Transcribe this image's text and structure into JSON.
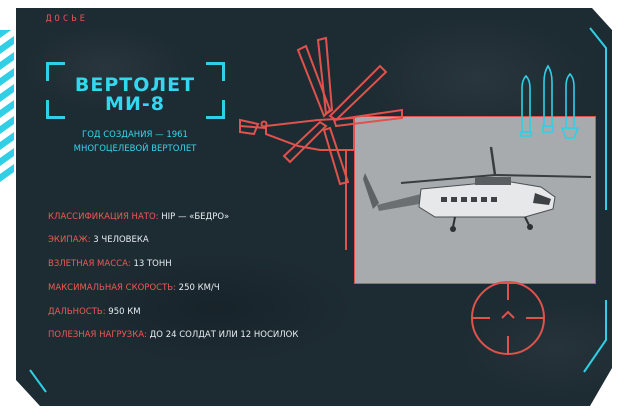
{
  "dossier": {
    "label": "ДОСЬЕ"
  },
  "header": {
    "title_line1": "ВЕРТОЛЕТ",
    "title_line2": "МИ-8",
    "subtitle_line1": "ГОД СОЗДАНИЯ — 1961",
    "subtitle_line2": "МНОГОЦЕЛЕВОЙ ВЕРТОЛЕТ"
  },
  "specs": [
    {
      "key": "КЛАССИФИКАЦИЯ НАТО:",
      "value": " HIP — «БЕДРО»"
    },
    {
      "key": "ЭКИПАЖ:",
      "value": " 3 ЧЕЛОВЕКА"
    },
    {
      "key": "ВЗЛЕТНАЯ МАССА:",
      "value": " 13 ТОНН"
    },
    {
      "key": "МАКСИМАЛЬНАЯ СКОРОСТЬ:",
      "value": " 250 КМ/Ч"
    },
    {
      "key": "ДАЛЬНОСТЬ:",
      "value": " 950 КМ"
    },
    {
      "key": "ПОЛЕЗНАЯ НАГРУЗКА:",
      "value": " ДО 24 СОЛДАТ ИЛИ 12 НОСИЛОК"
    }
  ],
  "icons": [
    "helicopter-outline-icon",
    "missile-icon",
    "crosshair-icon",
    "hazard-stripes-icon"
  ],
  "colors": {
    "background": "#1d2b33",
    "accent_cyan": "#34d8ee",
    "accent_red": "#e0524c",
    "text": "#e8eef2"
  }
}
